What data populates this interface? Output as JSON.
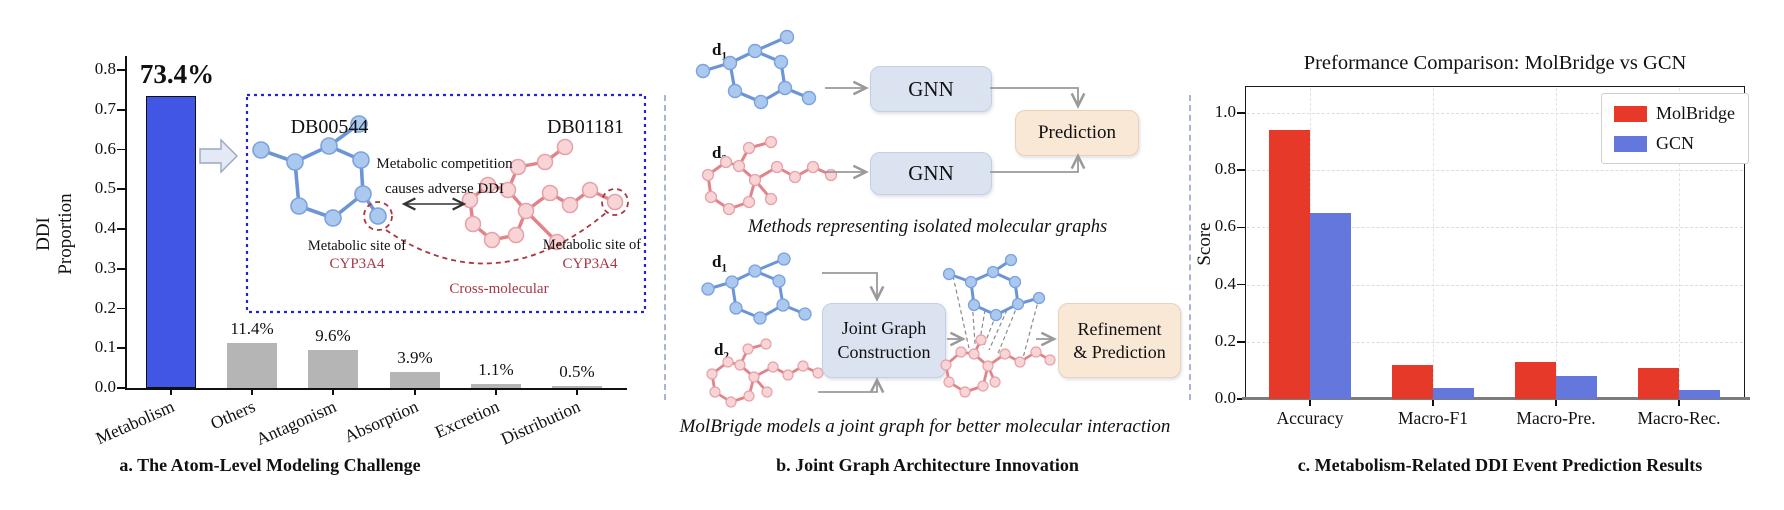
{
  "panel_a": {
    "caption": "a. The Atom-Level Modeling Challenge",
    "inset": {
      "drug1": "DB00544",
      "drug2": "DB01181",
      "competition_line1": "Metabolic competition",
      "competition_line2": "causes adverse DDI",
      "site1_line1": "Metabolic site of",
      "site1_line2": "CYP3A4",
      "site2_line1": "Metabolic site of",
      "site2_line2": "CYP3A4",
      "cross_label": "Cross-molecular"
    }
  },
  "panel_b": {
    "caption": "b. Joint Graph Architecture Innovation",
    "top_caption": "Methods representing isolated molecular graphs",
    "bottom_caption": "MolBrigde models a joint graph for better molecular interaction",
    "d1": {
      "base": "d",
      "sub": "1"
    },
    "d2": {
      "base": "d",
      "sub": "2"
    },
    "gnn1": "GNN",
    "gnn2": "GNN",
    "prediction": "Prediction",
    "joint_line1": "Joint Graph",
    "joint_line2": "Construction",
    "refine_line1": "Refinement",
    "refine_line2": "& Prediction"
  },
  "panel_c": {
    "caption": "c. Metabolism-Related DDI Event Prediction Results"
  },
  "chart_data": [
    {
      "type": "bar",
      "panel": "a",
      "title": "",
      "ylabel": "DDI Proportion",
      "categories": [
        "Metabolism",
        "Others",
        "Antagonism",
        "Absorption",
        "Excretion",
        "Distribution"
      ],
      "values": [
        0.734,
        0.114,
        0.096,
        0.039,
        0.011,
        0.005
      ],
      "bar_labels": [
        "73.4%",
        "11.4%",
        "9.6%",
        "3.9%",
        "1.1%",
        "0.5%"
      ],
      "bar_colors": [
        "#4156e4",
        "#b5b5b5",
        "#b5b5b5",
        "#b5b5b5",
        "#b5b5b5",
        "#b5b5b5"
      ],
      "ylim": [
        0,
        0.8
      ],
      "yticks": [
        "0.0",
        "0.1",
        "0.2",
        "0.3",
        "0.4",
        "0.5",
        "0.6",
        "0.7",
        "0.8"
      ],
      "grid": false,
      "legend_position": "none"
    },
    {
      "type": "bar",
      "panel": "c",
      "title": "Preformance Comparison: MolBridge vs GCN",
      "ylabel": "Score",
      "categories": [
        "Accuracy",
        "Macro-F1",
        "Macro-Pre.",
        "Macro-Rec."
      ],
      "series": [
        {
          "name": "MolBridge",
          "color": "#e6392a",
          "values": [
            0.94,
            0.12,
            0.13,
            0.11
          ]
        },
        {
          "name": "GCN",
          "color": "#6377dc",
          "values": [
            0.65,
            0.04,
            0.08,
            0.03
          ]
        }
      ],
      "ylim": [
        0,
        1.05
      ],
      "yticks": [
        "0.0",
        "0.2",
        "0.4",
        "0.6",
        "0.8",
        "1.0"
      ],
      "grid": true,
      "legend_position": "upper right"
    }
  ]
}
